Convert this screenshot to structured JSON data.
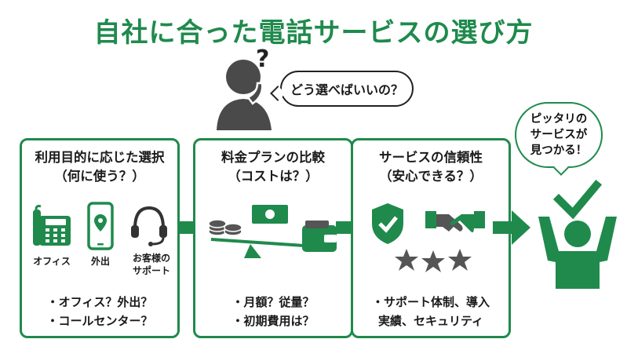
{
  "title": "自社に合った電話サービスの選び方",
  "question_mark": "?",
  "question_bubble": "どう選べばいいの？",
  "found_bubble": {
    "line1": "ピッタリの",
    "line2": "サービスが",
    "line3": "見つかる！"
  },
  "cards": [
    {
      "title_line1": "利用目的に応じた選択",
      "title_line2": "（何に使う？）",
      "icon_labels": [
        "オフィス",
        "外出",
        "お客様の",
        "サポート"
      ],
      "bullets": [
        "・オフィス？外出？",
        "・コールセンター？"
      ]
    },
    {
      "title_line1": "料金プランの比較",
      "title_line2": "（コストは？）",
      "bullets": [
        "・月額？従量？",
        "・初期費用は？"
      ]
    },
    {
      "title_line1": "サービスの信頼性",
      "title_line2": "（安心できる？）",
      "bullets": [
        "・サポート体制、導入",
        "実績、セキュリティ"
      ]
    }
  ],
  "icons": {
    "card1": [
      "desk-phone-icon",
      "smartphone-location-icon",
      "headset-icon"
    ],
    "card2": [
      "coins-icon",
      "banknote-icon",
      "wallet-icon",
      "scale-icon"
    ],
    "card3": [
      "shield-check-icon",
      "handshake-icon",
      "star-rating-icon"
    ],
    "flow": [
      "arrow-right-icon",
      "checkmark-icon",
      "person-cheering-icon",
      "thinking-person-icon"
    ]
  },
  "colors": {
    "accent": "#1f8a4c",
    "ink": "#1a1a1a",
    "dark_gray": "#4a4a4a"
  }
}
